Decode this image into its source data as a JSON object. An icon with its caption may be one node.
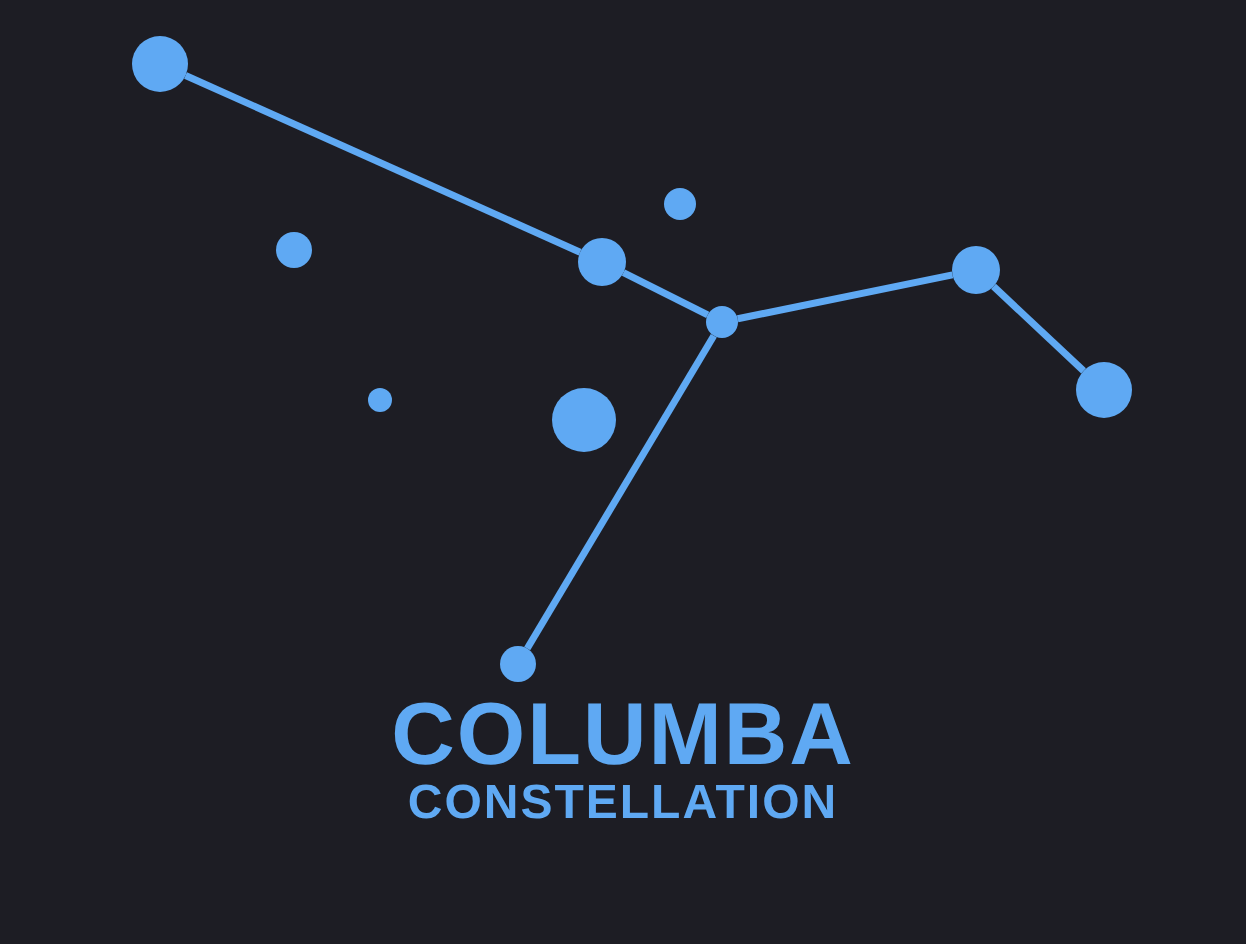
{
  "diagram": {
    "title": "COLUMBA",
    "caption": "CONSTELLATION",
    "nodes": [
      {
        "text": [],
        "shape": "circle"
      },
      {
        "text": [],
        "shape": "circle"
      },
      {
        "text": [],
        "shape": "circle"
      },
      {
        "text": [],
        "shape": "circle"
      },
      {
        "text": [],
        "shape": "circle"
      },
      {
        "text": [],
        "shape": "circle"
      },
      {
        "text": [],
        "shape": "circle"
      },
      {
        "text": [],
        "shape": "circle"
      },
      {
        "text": [],
        "shape": "circle"
      },
      {
        "text": [],
        "shape": "circle"
      }
    ],
    "edges": [
      {
        "from": 0,
        "to": 5,
        "arrow": "none"
      },
      {
        "from": 5,
        "to": 7,
        "arrow": "none"
      },
      {
        "from": 7,
        "to": 8,
        "arrow": "none"
      },
      {
        "from": 8,
        "to": 9,
        "arrow": "none"
      },
      {
        "from": 7,
        "to": 3,
        "arrow": "none"
      }
    ]
  }
}
